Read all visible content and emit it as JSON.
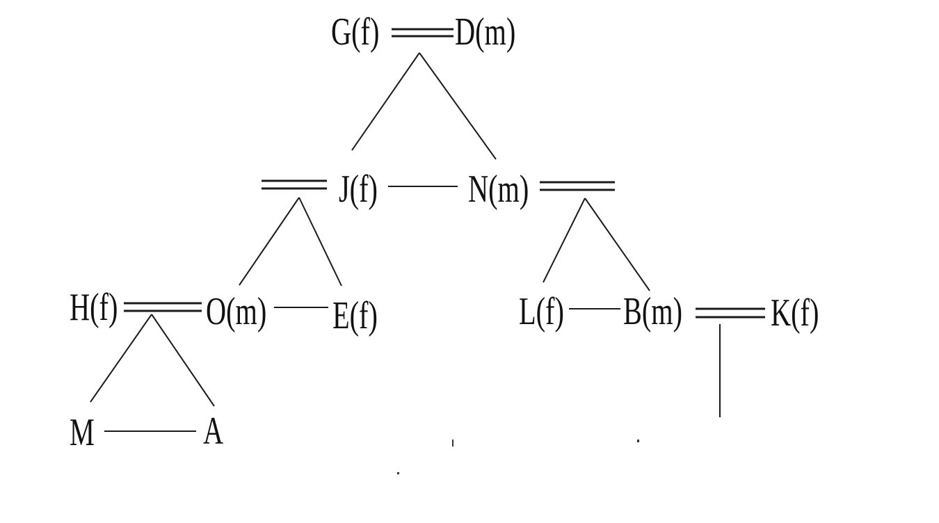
{
  "family_tree": {
    "nodes": {
      "G": "G(f)",
      "D": "D(m)",
      "J": "J(f)",
      "N": "N(m)",
      "H": "H(f)",
      "O": "O(m)",
      "E": "E(f)",
      "L": "L(f)",
      "B": "B(m)",
      "K": "K(f)",
      "M": "M",
      "A": "A"
    },
    "marriages": [
      [
        "G",
        "D"
      ],
      [
        "J",
        "unnamed spouse"
      ],
      [
        "N",
        "unnamed spouse"
      ],
      [
        "H",
        "O"
      ],
      [
        "B",
        "K"
      ]
    ],
    "sibling_links": [
      [
        "J",
        "N"
      ],
      [
        "O",
        "E"
      ],
      [
        "L",
        "B"
      ],
      [
        "M",
        "A"
      ]
    ],
    "parent_child": [
      {
        "parents": [
          "G",
          "D"
        ],
        "children": [
          "J",
          "N"
        ]
      },
      {
        "parents": [
          "J",
          "unnamed spouse"
        ],
        "children": [
          "O",
          "E"
        ]
      },
      {
        "parents": [
          "N",
          "unnamed spouse"
        ],
        "children": [
          "L",
          "B"
        ]
      },
      {
        "parents": [
          "H",
          "O"
        ],
        "children": [
          "M",
          "A"
        ]
      },
      {
        "parents": [
          "B",
          "K"
        ],
        "children": []
      }
    ]
  }
}
